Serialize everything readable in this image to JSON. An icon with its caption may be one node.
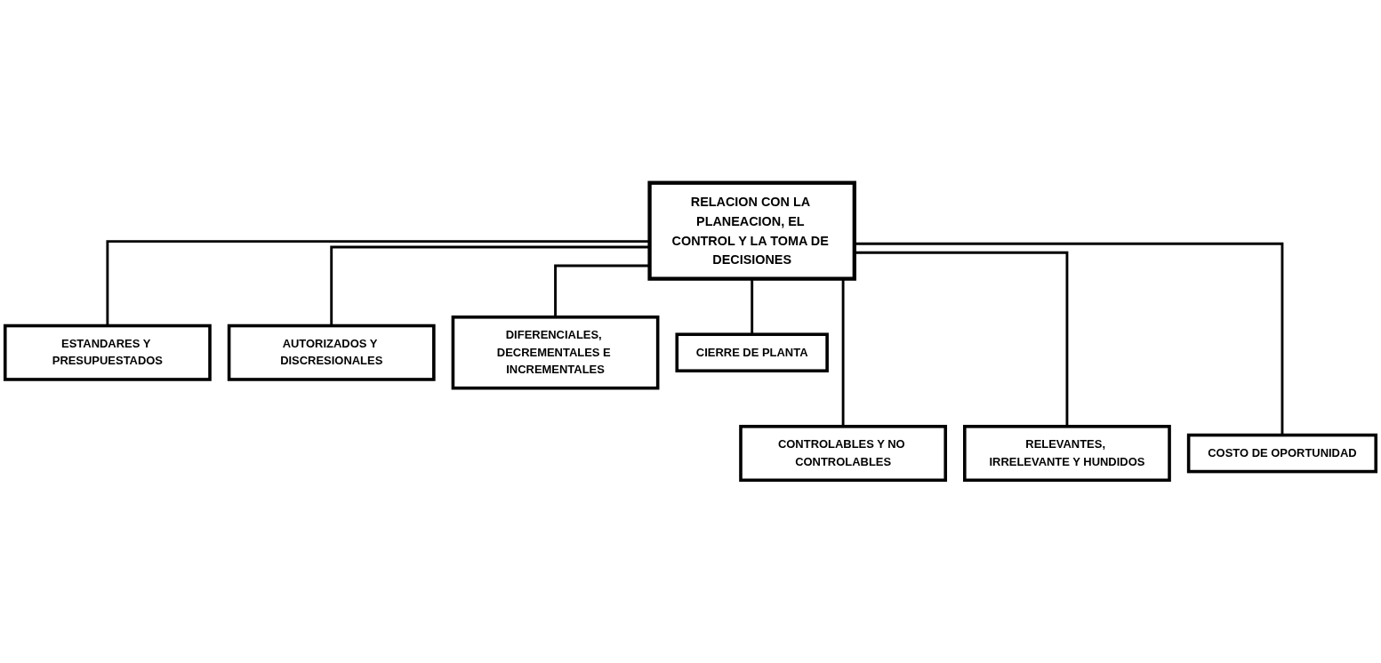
{
  "diagram": {
    "nodes": [
      {
        "text": [
          "RELACION CON LA PLANEACION, EL CONTROL Y LA TOMA DE DECISIONES"
        ]
      },
      {
        "text": [
          "ESTANDARES Y PRESUPUESTADOS"
        ]
      },
      {
        "text": [
          "AUTORIZADOS Y DISCRESIONALES"
        ]
      },
      {
        "text": [
          "DIFERENCIALES, DECREMENTALES E INCREMENTALES"
        ]
      },
      {
        "text": [
          "CIERRE DE PLANTA"
        ]
      },
      {
        "text": [
          "CONTROLABLES Y NO CONTROLABLES"
        ]
      },
      {
        "text": [
          "RELEVANTES, IRRELEVANTE Y HUNDIDOS"
        ]
      },
      {
        "text": [
          "COSTO DE OPORTUNIDAD"
        ]
      }
    ],
    "edges": [
      {
        "from": 0,
        "to": 1,
        "arrow": "none"
      },
      {
        "from": 0,
        "to": 5,
        "arrow": "none"
      },
      {
        "from": 0,
        "to": 2,
        "arrow": "none"
      },
      {
        "from": 0,
        "to": 6,
        "arrow": "none"
      },
      {
        "from": 0,
        "to": 3,
        "arrow": "none"
      },
      {
        "from": 0,
        "to": 7,
        "arrow": "none"
      },
      {
        "from": 0,
        "to": 4,
        "arrow": "none"
      }
    ]
  }
}
